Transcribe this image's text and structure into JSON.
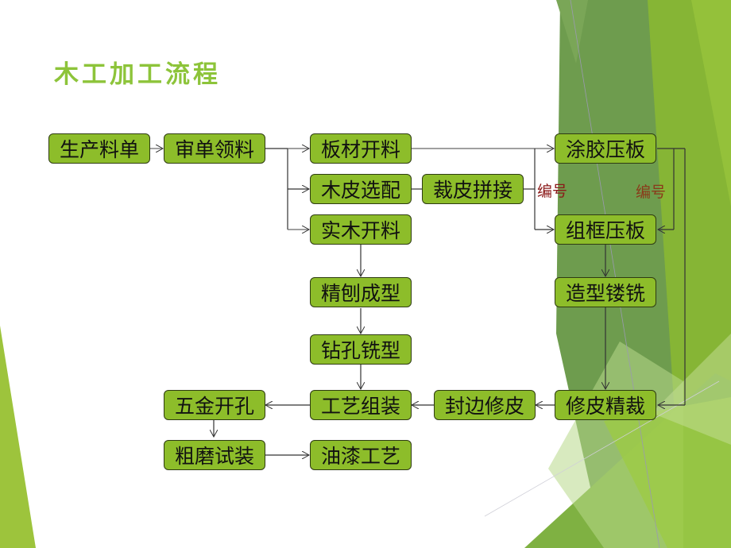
{
  "slide": {
    "title": "木工加工流程",
    "accent_color": "#8dc43a",
    "node_fill": "#8dbd2a",
    "label_color": "#8b1a1a"
  },
  "nodes": {
    "n1": "生产料单",
    "n2": "审单领料",
    "n3": "板材开料",
    "n4": "木皮选配",
    "n5": "裁皮拼接",
    "n6": "实木开料",
    "n7": "精刨成型",
    "n8": "钻孔铣型",
    "n9": "涂胶压板",
    "n10": "组框压板",
    "n11": "造型镂铣",
    "n12": "修皮精裁",
    "n13": "封边修皮",
    "n14": "工艺组装",
    "n15": "五金开孔",
    "n16": "粗磨试装",
    "n17": "油漆工艺"
  },
  "labels": {
    "l1": "编号",
    "l2": "编号"
  },
  "edges": [
    {
      "from": "生产料单",
      "to": "审单领料"
    },
    {
      "from": "审单领料",
      "to": "板材开料"
    },
    {
      "from": "审单领料",
      "to": "木皮选配"
    },
    {
      "from": "审单领料",
      "to": "实木开料"
    },
    {
      "from": "木皮选配",
      "to": "裁皮拼接"
    },
    {
      "from": "板材开料",
      "to": "涂胶压板"
    },
    {
      "from": "裁皮拼接",
      "to": "涂胶压板",
      "label": "编号"
    },
    {
      "from": "裁皮拼接",
      "to": "组框压板",
      "label": "编号"
    },
    {
      "from": "涂胶压板",
      "to": "组框压板",
      "label": "编号"
    },
    {
      "from": "涂胶压板",
      "to": "修皮精裁"
    },
    {
      "from": "实木开料",
      "to": "精刨成型"
    },
    {
      "from": "精刨成型",
      "to": "钻孔铣型"
    },
    {
      "from": "钻孔铣型",
      "to": "工艺组装"
    },
    {
      "from": "组框压板",
      "to": "造型镂铣"
    },
    {
      "from": "造型镂铣",
      "to": "修皮精裁"
    },
    {
      "from": "修皮精裁",
      "to": "封边修皮"
    },
    {
      "from": "封边修皮",
      "to": "工艺组装"
    },
    {
      "from": "工艺组装",
      "to": "五金开孔"
    },
    {
      "from": "五金开孔",
      "to": "粗磨试装"
    },
    {
      "from": "粗磨试装",
      "to": "油漆工艺"
    }
  ]
}
